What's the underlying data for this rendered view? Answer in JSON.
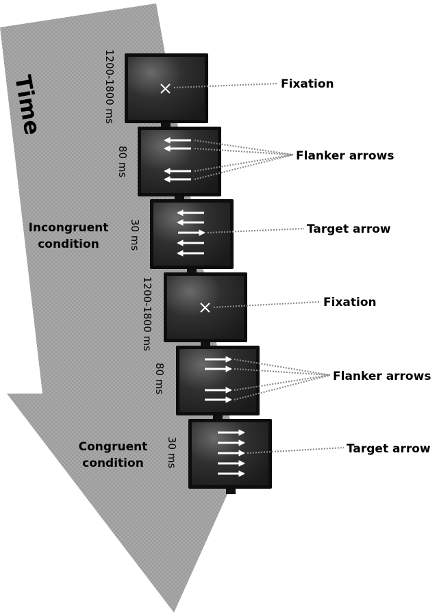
{
  "time_label": "Time",
  "frames": [
    {
      "duration": "1200-1800 ms",
      "label": "Fixation",
      "stimulus": "fixation-cross"
    },
    {
      "duration": "80 ms",
      "label": "Flanker arrows",
      "stimulus": "flankers-left"
    },
    {
      "duration": "30 ms",
      "label": "Target arrow",
      "stimulus": "incongruent-target"
    },
    {
      "duration": "1200-1800 ms",
      "label": "Fixation",
      "stimulus": "fixation-cross"
    },
    {
      "duration": "80 ms",
      "label": "Flanker arrows",
      "stimulus": "flankers-right"
    },
    {
      "duration": "30 ms",
      "label": "Target arrow",
      "stimulus": "congruent-target"
    }
  ],
  "conditions": [
    {
      "line1": "Incongruent",
      "line2": "condition"
    },
    {
      "line1": "Congruent",
      "line2": "condition"
    }
  ],
  "colors": {
    "big_arrow": "#a6a6a6",
    "screen": "#2a2a2a",
    "bezel": "#0d0d0d",
    "leader": "#8a8a8a",
    "stimulus": "#ffffff"
  }
}
